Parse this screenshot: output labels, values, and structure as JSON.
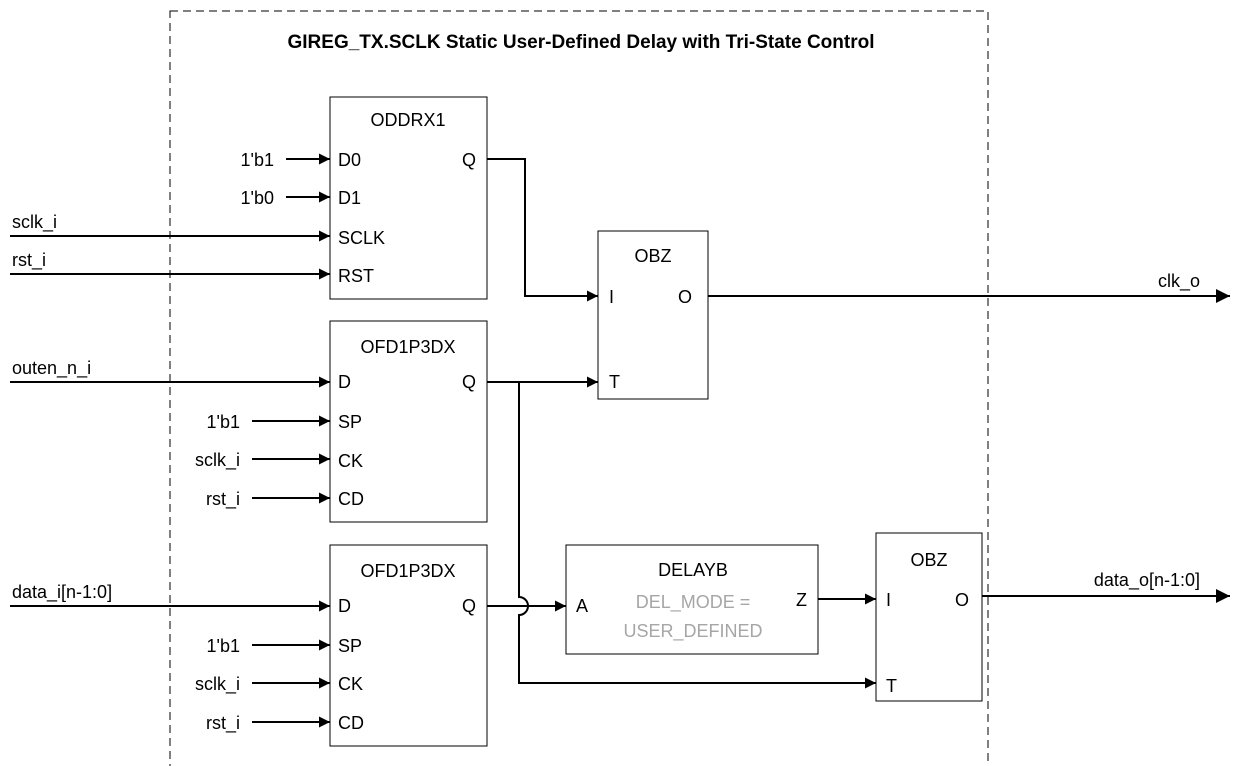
{
  "title": "GIREG_TX.SCLK Static User-Defined Delay with Tri-State Control",
  "colors": {
    "wire": "#000000",
    "attr_text": "#a6a6a6",
    "background": "#ffffff"
  },
  "blocks": {
    "oddrx1": {
      "name": "ODDRX1",
      "ports": {
        "d0": "D0",
        "d1": "D1",
        "sclk": "SCLK",
        "rst": "RST",
        "q": "Q"
      }
    },
    "obz_clk": {
      "name": "OBZ",
      "ports": {
        "i": "I",
        "o": "O",
        "t": "T"
      }
    },
    "ofd_en": {
      "name": "OFD1P3DX",
      "ports": {
        "d": "D",
        "sp": "SP",
        "ck": "CK",
        "cd": "CD",
        "q": "Q"
      }
    },
    "ofd_data": {
      "name": "OFD1P3DX",
      "ports": {
        "d": "D",
        "sp": "SP",
        "ck": "CK",
        "cd": "CD",
        "q": "Q"
      }
    },
    "delayb": {
      "name": "DELAYB",
      "attr_line1": "DEL_MODE =",
      "attr_line2": "USER_DEFINED",
      "ports": {
        "a": "A",
        "z": "Z"
      }
    },
    "obz_data": {
      "name": "OBZ",
      "ports": {
        "i": "I",
        "o": "O",
        "t": "T"
      }
    }
  },
  "signals": {
    "sclk_i": "sclk_i",
    "rst_i": "rst_i",
    "outen_n_i": "outen_n_i",
    "data_i": "data_i[n-1:0]",
    "clk_o": "clk_o",
    "data_o": "data_o[n-1:0]",
    "oddr_d0_const": "1'b1",
    "oddr_d1_const": "1'b0",
    "ofd_en_sp_const": "1'b1",
    "ofd_en_ck": "sclk_i",
    "ofd_en_cd": "rst_i",
    "ofd_data_sp_const": "1'b1",
    "ofd_data_ck": "sclk_i",
    "ofd_data_cd": "rst_i"
  }
}
